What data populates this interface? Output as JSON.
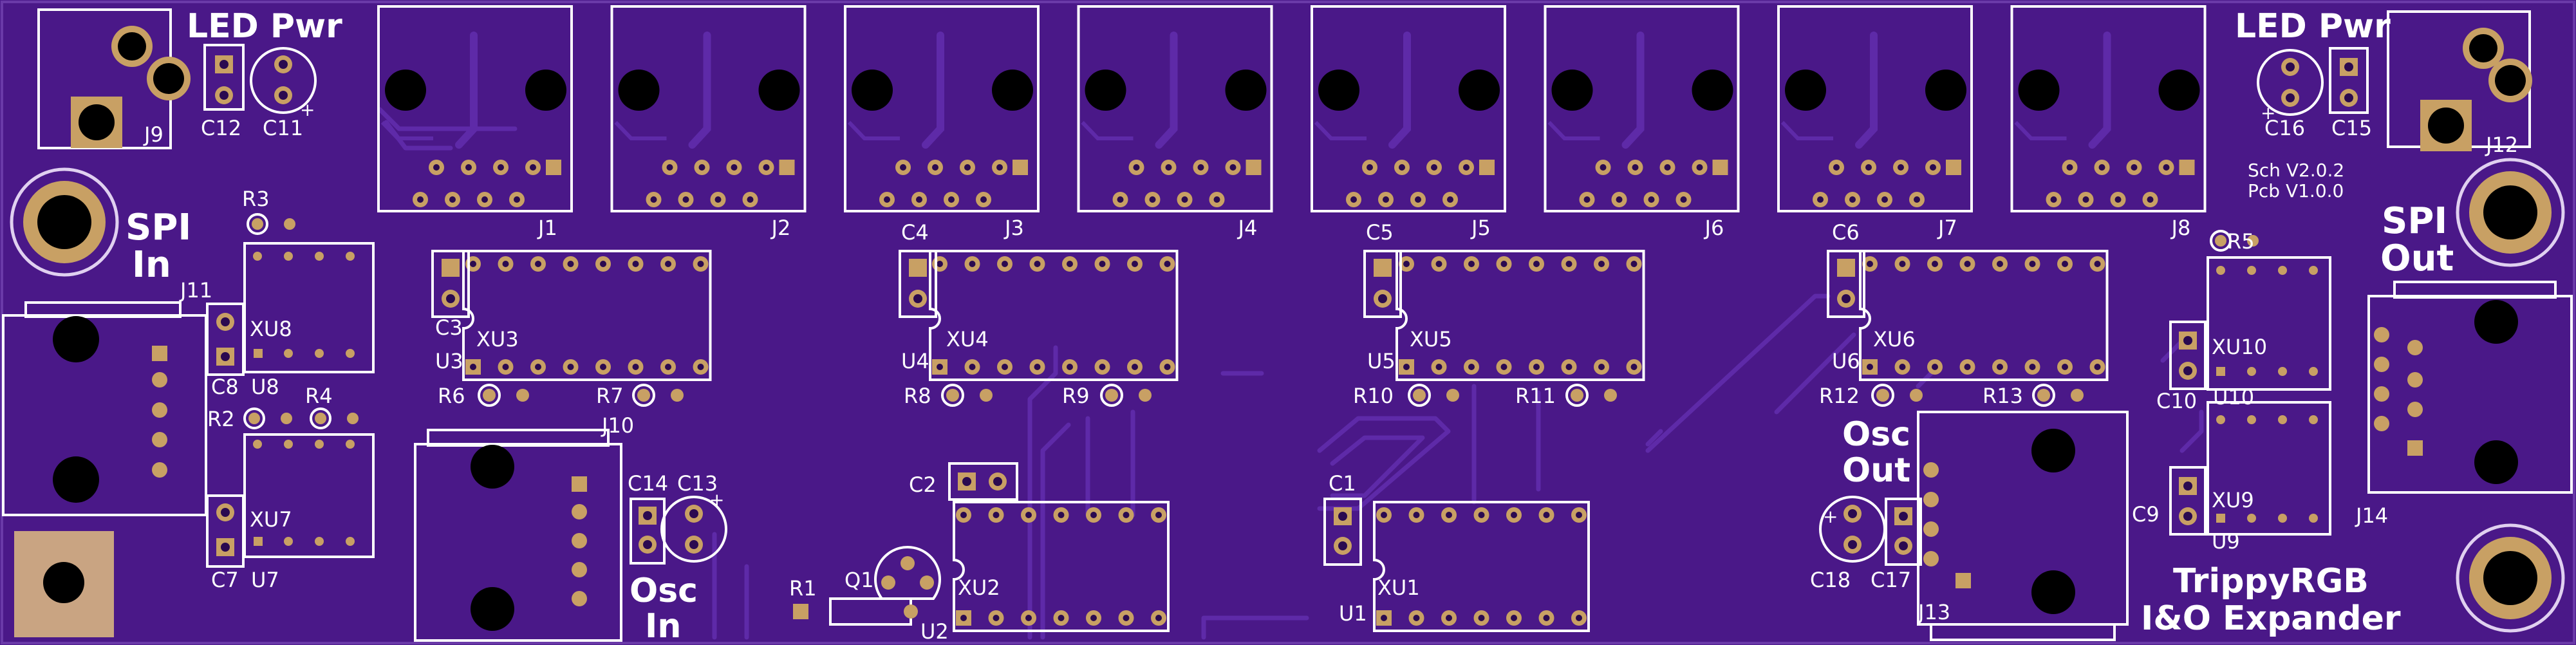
{
  "board": {
    "title_line1": "TrippyRGB",
    "title_line2": "I&O Expander",
    "version_sch": "Sch V2.0.2",
    "version_pcb": "Pcb V1.0.0"
  },
  "section_labels": {
    "led_pwr_left": "LED Pwr",
    "led_pwr_right": "LED Pwr",
    "spi_in_1": "SPI",
    "spi_in_2": "In",
    "spi_out_1": "SPI",
    "spi_out_2": "Out",
    "osc_in_1": "Osc",
    "osc_in_2": "In",
    "osc_out_1": "Osc",
    "osc_out_2": "Out"
  },
  "refdes": {
    "J1": "J1",
    "J2": "J2",
    "J3": "J3",
    "J4": "J4",
    "J5": "J5",
    "J6": "J6",
    "J7": "J7",
    "J8": "J8",
    "J9": "J9",
    "J10": "J10",
    "J11": "J11",
    "J12": "J12",
    "J13": "J13",
    "J14": "J14",
    "C1": "C1",
    "C2": "C2",
    "C3": "C3",
    "C4": "C4",
    "C5": "C5",
    "C6": "C6",
    "C7": "C7",
    "C8": "C8",
    "C9": "C9",
    "C10": "C10",
    "C11": "C11",
    "C12": "C12",
    "C13": "C13",
    "C14": "C14",
    "C15": "C15",
    "C16": "C16",
    "C17": "C17",
    "C18": "C18",
    "R1": "R1",
    "R2": "R2",
    "R3": "R3",
    "R4": "R4",
    "R5": "R5",
    "R6": "R6",
    "R7": "R7",
    "R8": "R8",
    "R9": "R9",
    "R10": "R10",
    "R11": "R11",
    "R12": "R12",
    "R13": "R13",
    "Q1": "Q1",
    "U1": "U1",
    "U2": "U2",
    "U3": "U3",
    "U4": "U4",
    "U5": "U5",
    "U6": "U6",
    "U7": "U7",
    "U8": "U8",
    "U9": "U9",
    "U10": "U10",
    "XU1": "XU1",
    "XU2": "XU2",
    "XU3": "XU3",
    "XU4": "XU4",
    "XU5": "XU5",
    "XU6": "XU6",
    "XU7": "XU7",
    "XU8": "XU8",
    "XU9": "XU9",
    "XU10": "XU10",
    "plus": "+"
  },
  "colors": {
    "board": "#4c1a8c",
    "silk": "#ffffff",
    "copper_pad": "#c8a064",
    "hole": "#000000",
    "trace": "#5b28a0"
  }
}
